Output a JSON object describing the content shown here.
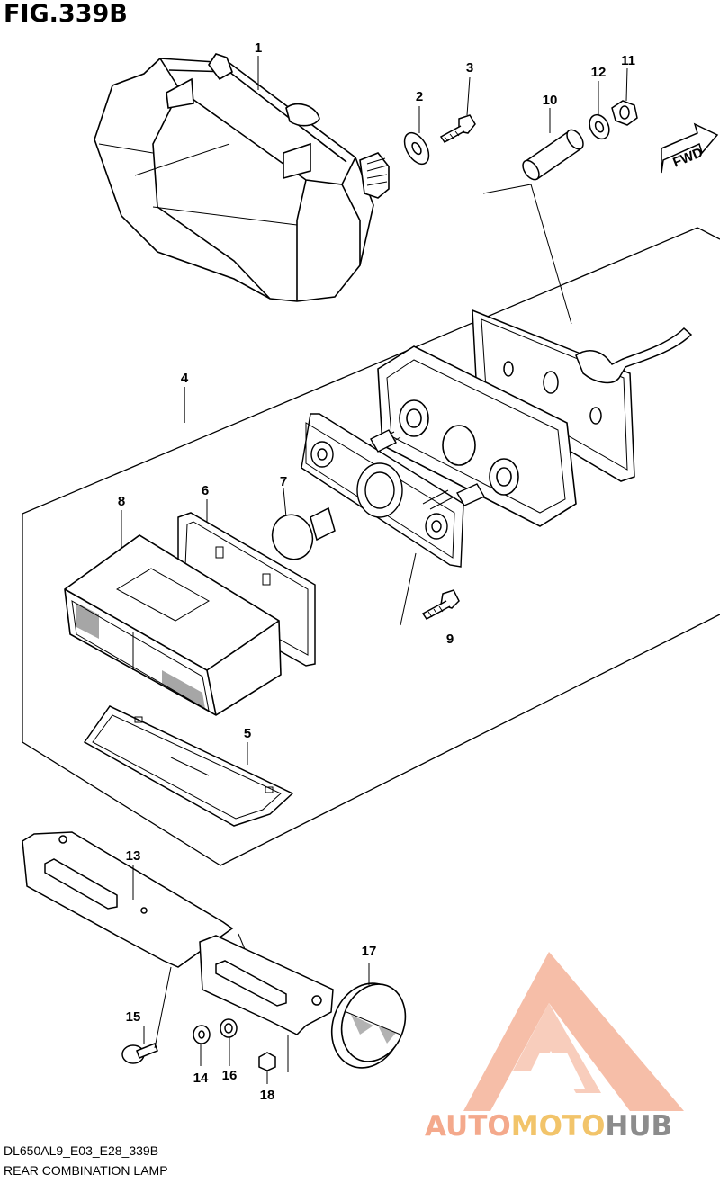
{
  "figure": {
    "title": "FIG.339B",
    "code": "DL650AL9_E03_E28_339B",
    "name": "REAR COMBINATION LAMP"
  },
  "callouts": [
    {
      "id": "c1",
      "label": "1"
    },
    {
      "id": "c2",
      "label": "2"
    },
    {
      "id": "c3",
      "label": "3"
    },
    {
      "id": "c4",
      "label": "4"
    },
    {
      "id": "c5",
      "label": "5"
    },
    {
      "id": "c6",
      "label": "6"
    },
    {
      "id": "c7",
      "label": "7"
    },
    {
      "id": "c8",
      "label": "8"
    },
    {
      "id": "c9",
      "label": "9"
    },
    {
      "id": "c10",
      "label": "10"
    },
    {
      "id": "c11",
      "label": "11"
    },
    {
      "id": "c12",
      "label": "12"
    },
    {
      "id": "c13",
      "label": "13"
    },
    {
      "id": "c14",
      "label": "14"
    },
    {
      "id": "c15",
      "label": "15"
    },
    {
      "id": "c16",
      "label": "16"
    },
    {
      "id": "c17",
      "label": "17"
    },
    {
      "id": "c18",
      "label": "18"
    }
  ],
  "direction_label": "FWD",
  "watermark": {
    "part1": "AUTO",
    "part2": "MOTO",
    "part3": "HUB",
    "color_primary": "#f4a98c",
    "color_secondary": "#f2c46a",
    "color_dark": "#8c8c8c"
  }
}
